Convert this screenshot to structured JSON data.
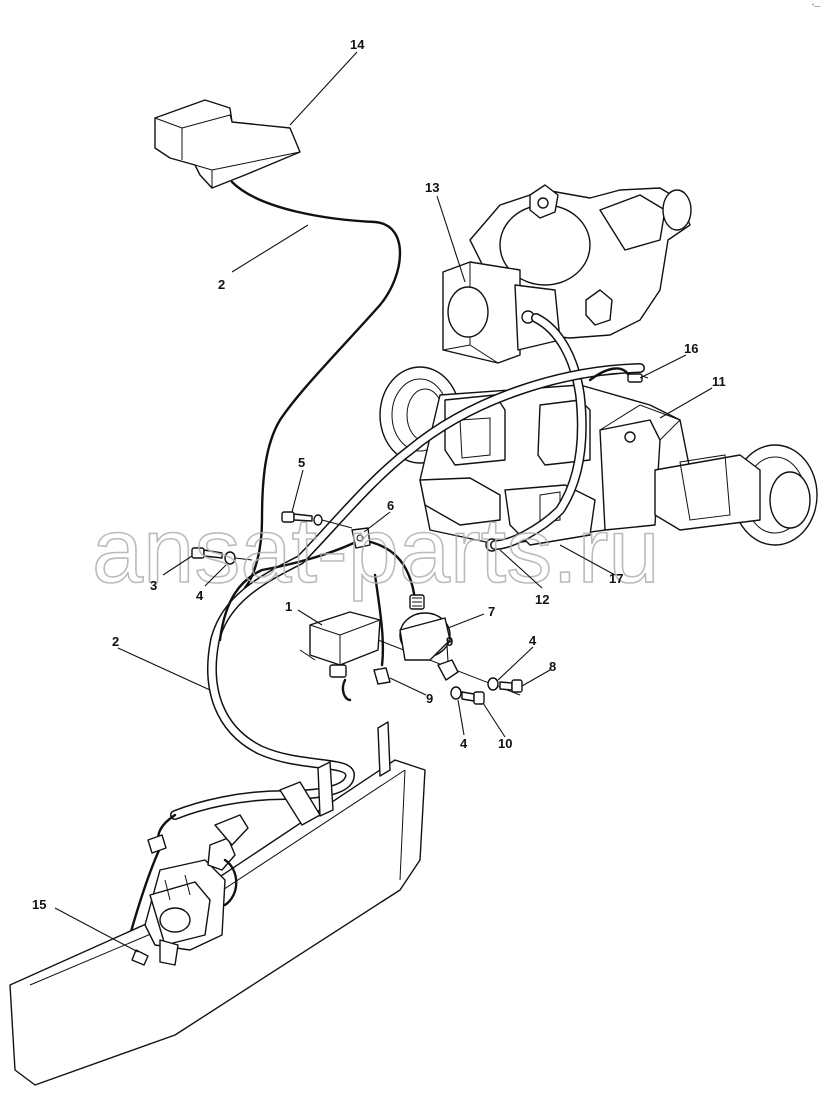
{
  "watermark": "ansat-parts.ru",
  "corner_mark": "°—",
  "callouts": {
    "c1": "1",
    "c2a": "2",
    "c2b": "2",
    "c3": "3",
    "c4a": "4",
    "c4b": "4",
    "c4c": "4",
    "c5": "5",
    "c6": "6",
    "c7": "7",
    "c8": "8",
    "c9a": "9",
    "c9b": "9",
    "c10": "10",
    "c11": "11",
    "c12": "12",
    "c13": "13",
    "c14": "14",
    "c15": "15",
    "c16": "16",
    "c17": "17"
  }
}
